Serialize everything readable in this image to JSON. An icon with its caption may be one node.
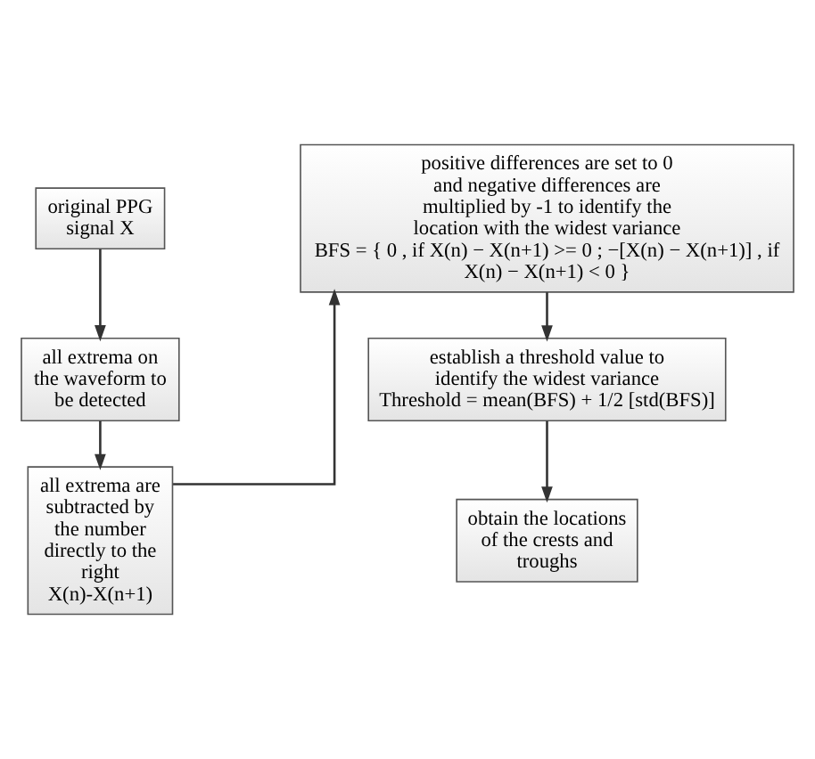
{
  "diagram": {
    "nodes": [
      {
        "text": [
          "original PPG signal X"
        ]
      },
      {
        "text": [
          "all extrema on the waveform to be detected"
        ]
      },
      {
        "text": [
          "all extrema are subtracted by the number directly to the right",
          "X(n)-X(n+1)"
        ]
      },
      {
        "text": [
          "positive differences are set to 0 and negative differences are multiplied by -1 to identify the location with the widest variance",
          "BFS = { 0 , if X(n) − X(n+1) >= 0 ; −[X(n) − X(n+1)] , if X(n) − X(n+1) < 0 }"
        ]
      },
      {
        "text": [
          "establish a threshold value to identify the widest variance",
          "Threshold = mean(BFS) + 1/2 [std(BFS)]"
        ]
      },
      {
        "text": [
          "obtain the locations of the crests and troughs"
        ]
      }
    ],
    "edges": [
      {
        "from": 0,
        "to": 1,
        "arrow": "to"
      },
      {
        "from": 1,
        "to": 2,
        "arrow": "to"
      },
      {
        "from": 2,
        "to": 3,
        "arrow": "to"
      },
      {
        "from": 3,
        "to": 4,
        "arrow": "to"
      },
      {
        "from": 4,
        "to": 5,
        "arrow": "to"
      }
    ]
  }
}
